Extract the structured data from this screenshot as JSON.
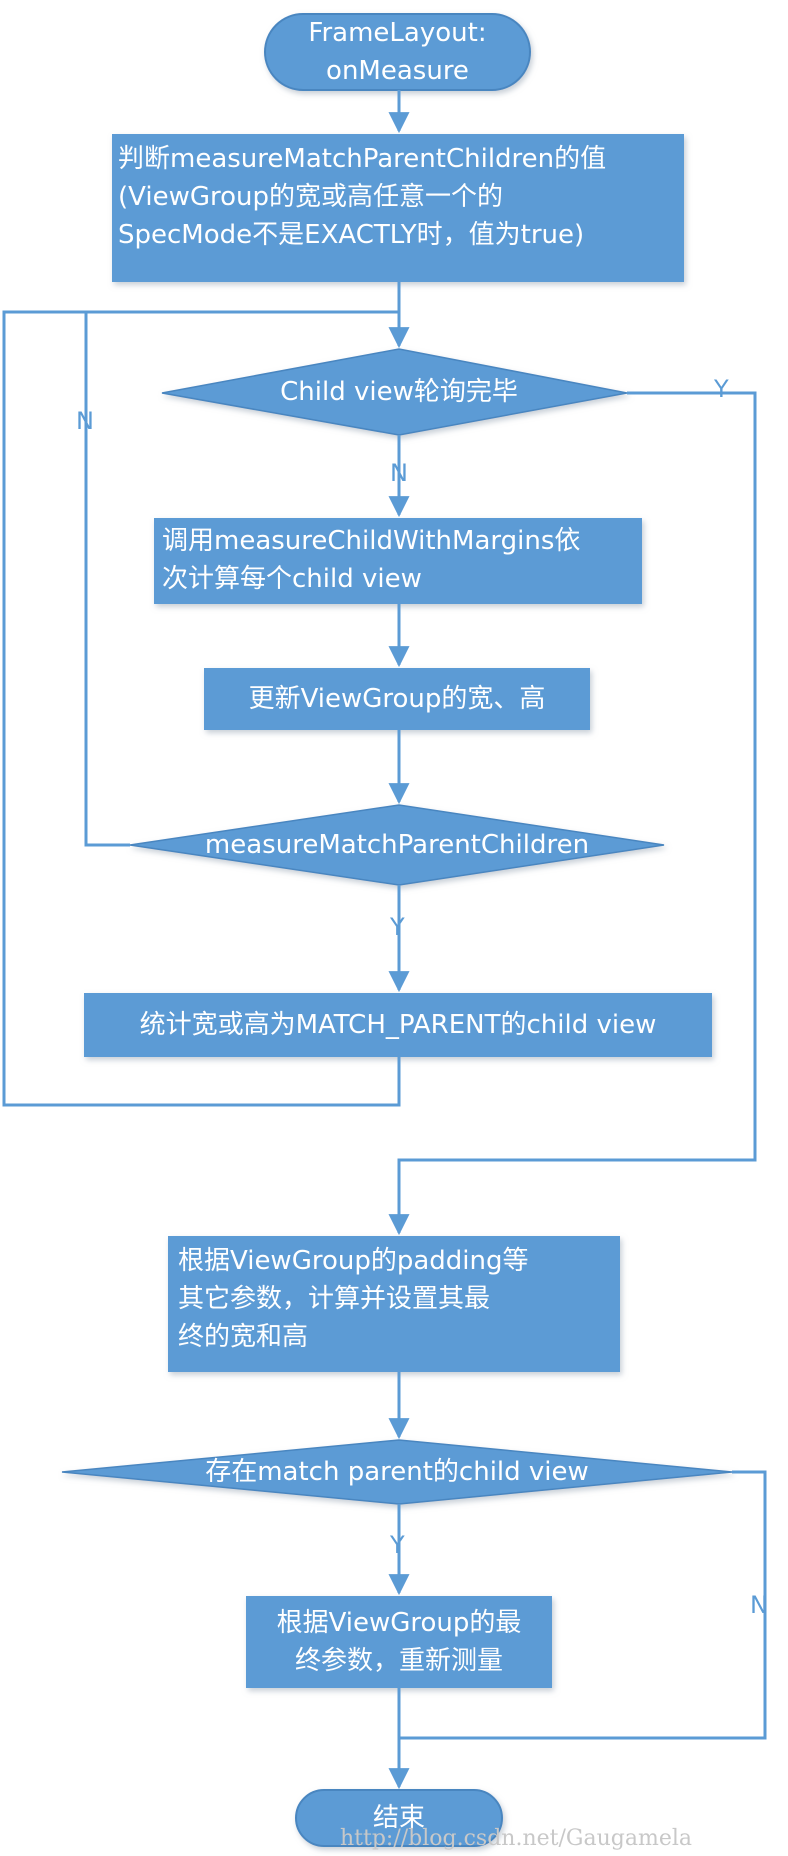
{
  "nodes": {
    "start": "FrameLayout:\nonMeasure",
    "check_match_parent": "判断measureMatchParentChildren的值\n(ViewGroup的宽或高任意一个的\nSpecMode不是EXACTLY时，值为true)",
    "child_loop_done": "Child view轮询完毕",
    "measure_child": "调用measureChildWithMargins依\n次计算每个child view",
    "update_size": "更新ViewGroup的宽、高",
    "match_parent_children": "measureMatchParentChildren",
    "count_match_parent": "统计宽或高为MATCH_PARENT的child view",
    "set_final_size": "根据ViewGroup的padding等\n其它参数，计算并设置其最\n终的宽和高",
    "has_match_parent": "存在match parent的child view",
    "remeasure": "根据ViewGroup的最\n终参数，重新测量",
    "end": "结束"
  },
  "edge_labels": {
    "loop_done_yes": "Y",
    "loop_done_no": "N",
    "match_parent_no": "N",
    "match_parent_yes": "Y",
    "has_match_yes": "Y",
    "has_match_no": "N"
  },
  "watermark": "http://blog.csdn.net/Gaugamela",
  "colors": {
    "node_fill": "#5b9bd5",
    "node_border": "#4a86c0",
    "connector": "#5b9bd5",
    "text": "#ffffff"
  }
}
